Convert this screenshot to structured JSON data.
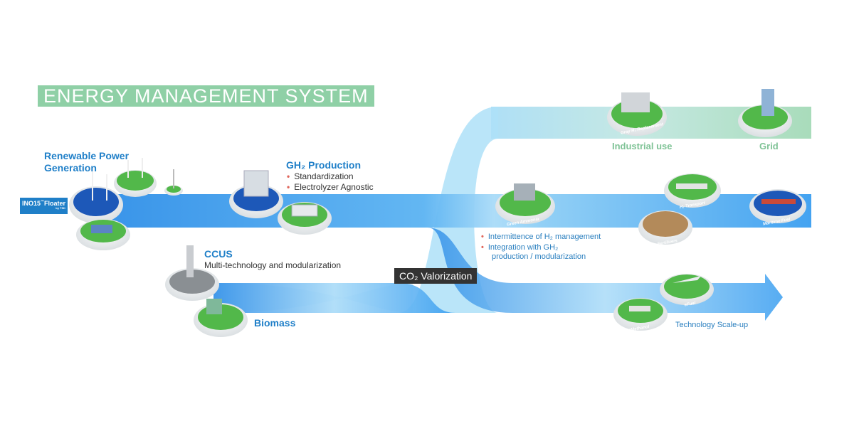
{
  "title": "ENERGY MANAGEMENT SYSTEM",
  "renewable": {
    "line1": "Renewable Power",
    "line2": "Generation",
    "floater_main": "INO15",
    "floater_tm": "™",
    "floater_rest": "Floater",
    "floater_sub": "by TSK"
  },
  "gh2": {
    "heading": "GH₂ Production",
    "items": [
      "Standardization",
      "Electrolyzer Agnostic"
    ]
  },
  "ccus": {
    "heading": "CCUS",
    "detail": "Multi-technology and modularization"
  },
  "biomass": {
    "label": "Biomass"
  },
  "co2": {
    "label": "CO₂ Valorization"
  },
  "industrial": {
    "label": "Industrial use"
  },
  "grid": {
    "label": "Grid"
  },
  "nodes": {
    "gray_h2": "Gray H₂ Replacement",
    "green_ammonia": "Green Ammonia",
    "h2_transport": "H₂ Transport",
    "fertilizers": "Fertilizers",
    "maritime": "Maritime Fuel",
    "efuel": "eFuel",
    "emethanol": "eMethanol"
  },
  "middle_notes": {
    "item1": "Intermittence of H₂ management",
    "item2_line1": "Integration with GH₂",
    "item2_line2": "production / modularization"
  },
  "scaleup": {
    "label": "Technology Scale-up"
  },
  "colors": {
    "flow_blue": "#3a9ef0",
    "flow_light": "#bfe3fa",
    "green": "#8fd0a6",
    "ground": "#52b84a",
    "accent_dot": "#e0665b"
  }
}
